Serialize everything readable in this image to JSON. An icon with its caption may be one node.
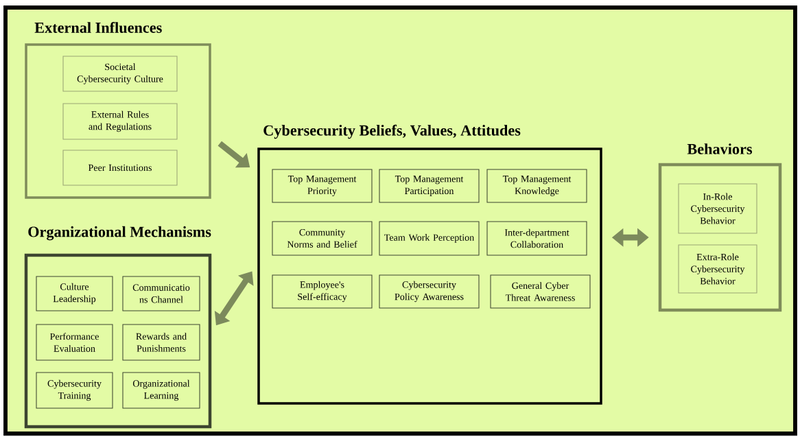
{
  "diagram": {
    "nodes": [
      {
        "text": [
          "External Influences"
        ]
      },
      {
        "text": [
          "Societal Cybersecurity Culture"
        ],
        "in": 0
      },
      {
        "text": [
          "External Rules and Regulations"
        ],
        "in": 0
      },
      {
        "text": [
          "Peer Institutions"
        ],
        "in": 0
      },
      {
        "text": [
          "Organizational Mechanisms"
        ]
      },
      {
        "text": [
          "Culture Leadership"
        ],
        "in": 4
      },
      {
        "text": [
          "Communicatio ns Channel"
        ],
        "in": 4
      },
      {
        "text": [
          "Performance Evaluation"
        ],
        "in": 4
      },
      {
        "text": [
          "Rewards and Punishments"
        ],
        "in": 4
      },
      {
        "text": [
          "Cybersecurity Training"
        ],
        "in": 4
      },
      {
        "text": [
          "Organizational Learning"
        ],
        "in": 4
      },
      {
        "text": [
          "Cybersecurity Beliefs, Values, Attitudes"
        ]
      },
      {
        "text": [
          "Top Management Priority"
        ],
        "in": 11
      },
      {
        "text": [
          "Top Management Participation"
        ],
        "in": 11
      },
      {
        "text": [
          "Top Management Knowledge"
        ],
        "in": 11
      },
      {
        "text": [
          "Community Norms and Belief"
        ],
        "in": 11
      },
      {
        "text": [
          "Team Work Perception"
        ],
        "in": 11
      },
      {
        "text": [
          "Inter-department Collaboration"
        ],
        "in": 11
      },
      {
        "text": [
          "Employee's Self-efficacy"
        ],
        "in": 11
      },
      {
        "text": [
          "Cybersecurity Policy Awareness"
        ],
        "in": 11
      },
      {
        "text": [
          "General Cyber Threat Awareness"
        ],
        "in": 11
      },
      {
        "text": [
          "Behaviors"
        ]
      },
      {
        "text": [
          "In-Role Cybersecurity Behavior"
        ],
        "in": 21
      },
      {
        "text": [
          "Extra-Role Cybersecurity Behavior"
        ],
        "in": 21
      }
    ],
    "edges": [
      {
        "from": 0,
        "to": 11,
        "arrow": "to"
      },
      {
        "from": 4,
        "to": 11,
        "arrow": "both"
      },
      {
        "from": 11,
        "to": 21,
        "arrow": "both"
      }
    ]
  }
}
